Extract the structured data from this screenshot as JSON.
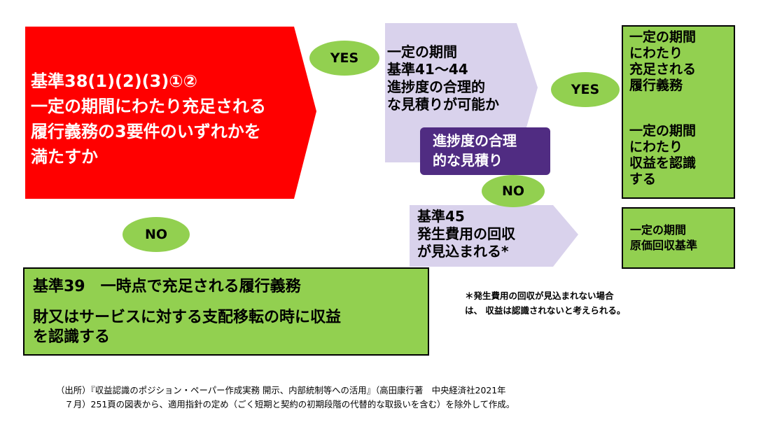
{
  "colors": {
    "red": "#ff0000",
    "green": "#92d050",
    "lavender": "#d9d2ec",
    "purple": "#502c82"
  },
  "main_criterion": {
    "text": "基準38(1)(2)(3)①②\n一定の期間にわたり充足される\n履行義務の3要件のいずれかを\n満たすか"
  },
  "progress_question": {
    "text": "一定の期間\n基準41～44\n進捗度の合理的\nな見積りが可能か"
  },
  "progress_estimate": {
    "text": "進捗度の合理\n的な見積り"
  },
  "cost_recovery_question": {
    "text": "基準45\n発生費用の回収\nが見込まれる*"
  },
  "labels": {
    "yes_1": "YES",
    "yes_2": "YES",
    "no_1": "NO",
    "no_2": "NO"
  },
  "result_over_time": {
    "part1": "一定の期間\nにわたり\n充足される\n履行義務",
    "part2": "一定の期間\nにわたり\n収益を認識\nする"
  },
  "result_cost_recovery": {
    "text": "一定の期間\n原価回収基準"
  },
  "result_point_in_time": {
    "line1": "基準39　一時点で充足される履行義務",
    "line2": "財又はサービスに対する支配移転の時に収益\nを認識する"
  },
  "footnote": {
    "text": "＊発生費用の回収が見込まれない場合\nは、 収益は認識されないと考えられる。"
  },
  "source": {
    "text": "（出所）『収益認識のポジション・ペーパー作成実務 開示、内部統制等への活用』（高田康行著　中央経済社2021年\n　７月）251頁の図表から、適用指針の定め（ごく短期と契約の初期段階の代替的な取扱いを含む）を除外して作成。"
  }
}
